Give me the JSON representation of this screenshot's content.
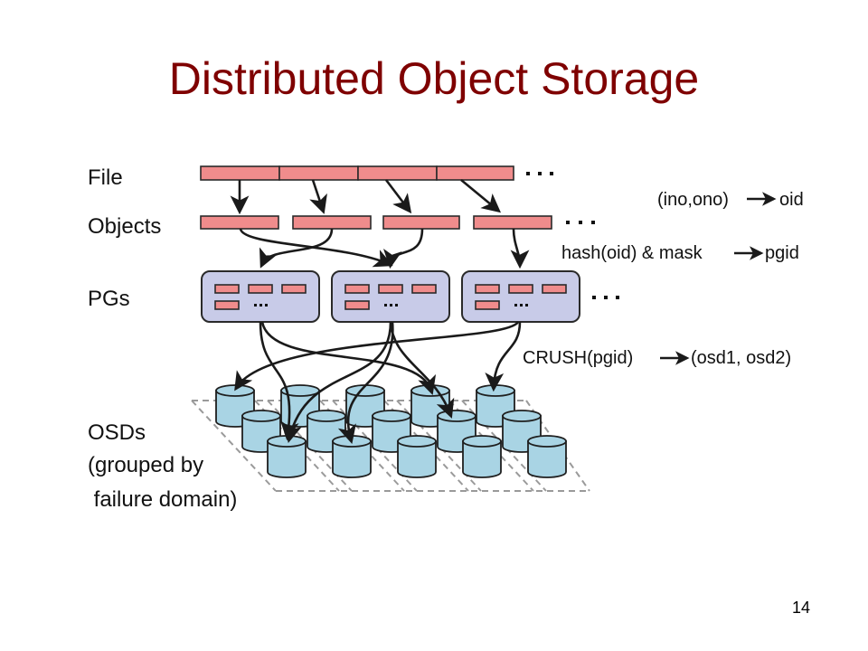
{
  "slide": {
    "title": "Distributed Object Storage",
    "page_number": "14"
  },
  "diagram": {
    "row_labels": {
      "file": "File",
      "objects": "Objects",
      "pgs": "PGs",
      "osds_line1": "OSDs",
      "osds_line2": "(grouped by",
      "osds_line3": " failure domain)"
    },
    "mappings": [
      {
        "input": "(ino,ono)",
        "output": "oid"
      },
      {
        "input": "hash(oid) & mask",
        "output": "pgid"
      },
      {
        "input": "CRUSH(pgid)",
        "output": "(osd1, osd2)"
      }
    ],
    "ellipsis": "...",
    "colors": {
      "title": "#7f0000",
      "object_fill": "#f08c8c",
      "pg_fill": "#c8cbe8",
      "osd_fill": "#a9d4e4"
    },
    "counts": {
      "file_segments": 4,
      "objects": 4,
      "pgs": 3,
      "osd_rows": 3,
      "osds_per_row": 5
    }
  }
}
